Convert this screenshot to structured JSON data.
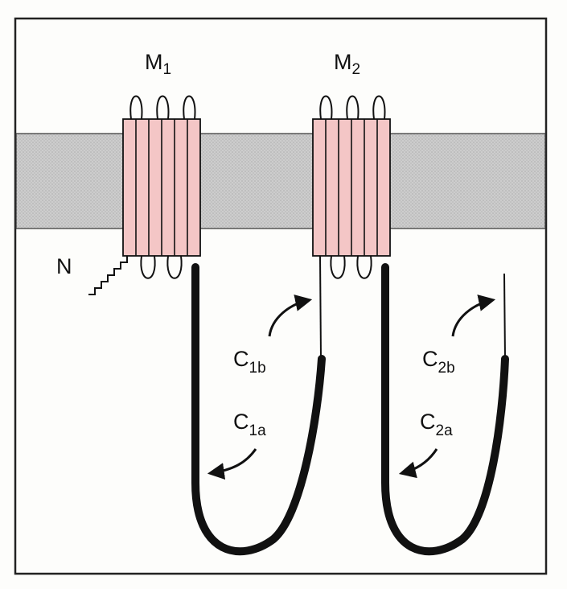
{
  "labels": {
    "m1": {
      "main": "M",
      "sub": "1"
    },
    "m2": {
      "main": "M",
      "sub": "2"
    },
    "n_terminus": "N",
    "c1b": {
      "main": "C",
      "sub": "1b"
    },
    "c1a": {
      "main": "C",
      "sub": "1a"
    },
    "c2b": {
      "main": "C",
      "sub": "2b"
    },
    "c2a": {
      "main": "C",
      "sub": "2a"
    }
  },
  "colors": {
    "membrane": "#c9c9c9",
    "helix_fill": "#f4c6c6",
    "strand": "#111111",
    "frame": "#222222"
  }
}
